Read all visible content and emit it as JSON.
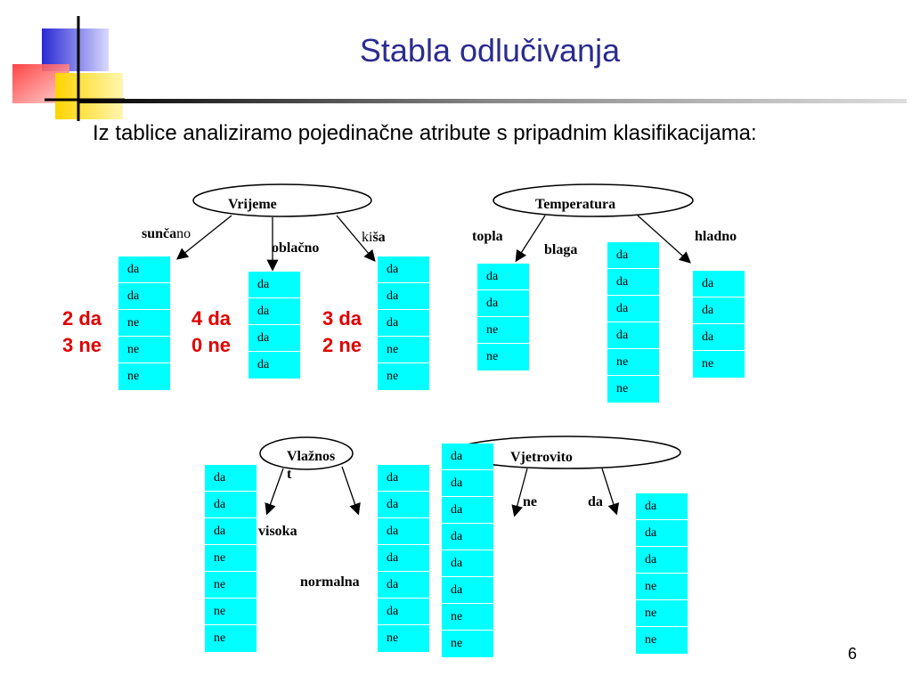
{
  "slide": {
    "title": "Stabla odlučivanja",
    "subtitle": "Iz tablice analiziramo pojedinačne atribute s pripadnim klasifikacijama:",
    "page_number": "6"
  },
  "trees": {
    "vrijeme": {
      "node": "Vrijeme",
      "branch_suncano_a": "sunča",
      "branch_suncano_b": "no",
      "branch_oblacno": "oblačno",
      "branch_kisa_a": "ki",
      "branch_kisa_b": "ša",
      "col_suncano": [
        "da",
        "da",
        "ne",
        "ne",
        "ne"
      ],
      "col_oblacno": [
        "da",
        "da",
        "da",
        "da"
      ],
      "col_kisa": [
        "da",
        "da",
        "da",
        "ne",
        "ne"
      ],
      "count_suncano_da": "2 da",
      "count_suncano_ne": "3 ne",
      "count_oblacno_da": "4 da",
      "count_oblacno_ne": "0 ne",
      "count_kisa_da": "3 da",
      "count_kisa_ne": "2 ne"
    },
    "temperatura": {
      "node": "Temperatura",
      "branch_topla": "topla",
      "branch_blaga": "blaga",
      "branch_hladno": "hladno",
      "col_topla": [
        "da",
        "da",
        "ne",
        "ne"
      ],
      "col_blaga": [
        "da",
        "da",
        "da",
        "da",
        "ne",
        "ne"
      ],
      "col_hladno": [
        "da",
        "da",
        "da",
        "ne"
      ]
    },
    "vlaznost": {
      "node_line1": "Vlažnos",
      "node_line2": "t",
      "branch_visoka": "visoka",
      "branch_normalna": "normalna",
      "col_visoka": [
        "da",
        "da",
        "da",
        "ne",
        "ne",
        "ne",
        "ne"
      ],
      "col_normalna": [
        "da",
        "da",
        "da",
        "da",
        "da",
        "da",
        "ne"
      ]
    },
    "vjetrovito": {
      "node": "Vjetrovito",
      "branch_ne": "ne",
      "branch_da": "da",
      "col_ne": [
        "da",
        "da",
        "da",
        "da",
        "da",
        "da",
        "ne",
        "ne"
      ],
      "col_da": [
        "da",
        "da",
        "da",
        "ne",
        "ne",
        "ne"
      ]
    }
  }
}
